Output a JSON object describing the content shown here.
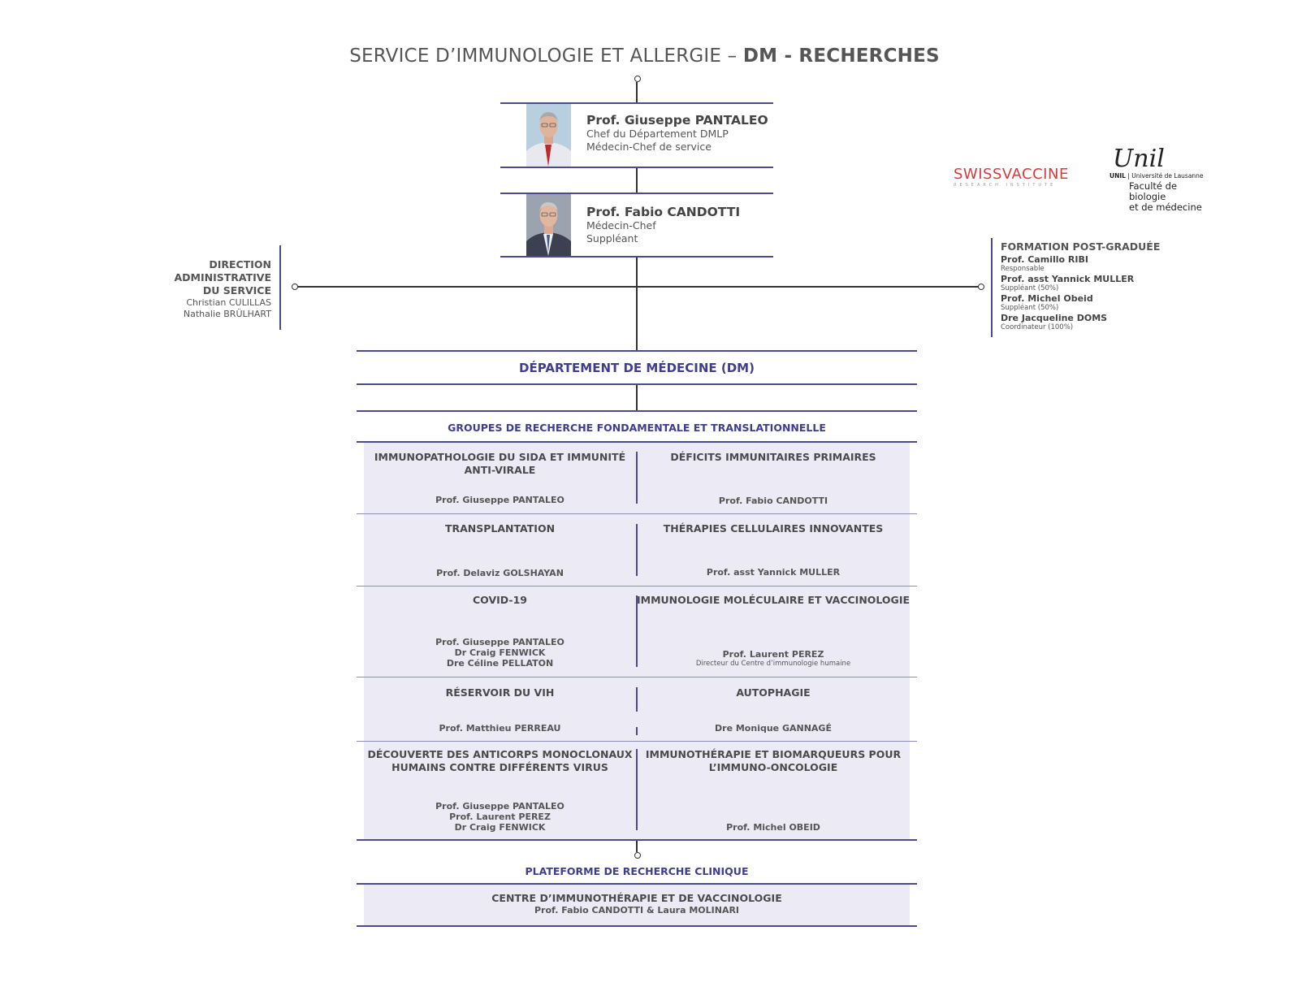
{
  "title": {
    "prefix": "SERVICE D’IMMUNOLOGIE ET ALLERGIE – ",
    "bold": "DM - RECHERCHES"
  },
  "chief": {
    "name": "Prof. Giuseppe PANTALEO",
    "roles": [
      "Chef du Département DMLP",
      "Médecin-Chef de service"
    ]
  },
  "deputy": {
    "name": "Prof. Fabio CANDOTTI",
    "roles": [
      "Médecin-Chef",
      "Suppléant"
    ]
  },
  "logos": {
    "swiss": "SWISSVACCINE",
    "swiss_sub": "RESEARCH INSTITUTE",
    "unil_script": "Unil",
    "unil_small_bold": "UNIL",
    "unil_small": "Université de Lausanne",
    "unil_faculty": [
      "Faculté de biologie",
      "et de médecine"
    ]
  },
  "direction": {
    "heading": [
      "DIRECTION",
      "ADMINISTRATIVE",
      "DU SERVICE"
    ],
    "names": [
      "Christian CULILLAS",
      "Nathalie BRÜLHART"
    ]
  },
  "formation": {
    "heading": "FORMATION POST-GRADUÉE",
    "members": [
      {
        "name": "Prof. Camillo RIBI",
        "role": "Responsable"
      },
      {
        "name": "Prof. asst Yannick MULLER",
        "role": "Suppléant (50%)"
      },
      {
        "name": "Prof. Michel Obeid",
        "role": "Suppléant (50%)"
      },
      {
        "name": "Dre Jacqueline DOMS",
        "role": "Coordinateur (100%)"
      }
    ]
  },
  "department": "DÉPARTEMENT DE MÉDECINE (DM)",
  "groups_heading": "GROUPES DE RECHERCHE FONDAMENTALE ET TRANSLATIONNELLE",
  "groups": [
    {
      "title": [
        "IMMUNOPATHOLOGIE DU SIDA ET IMMUNITÉ",
        "ANTI-VIRALE"
      ],
      "people": [
        "Prof. Giuseppe PANTALEO"
      ]
    },
    {
      "title": [
        "DÉFICITS IMMUNITAIRES PRIMAIRES"
      ],
      "people": [
        "Prof. Fabio CANDOTTI"
      ]
    },
    {
      "title": [
        "TRANSPLANTATION"
      ],
      "people": [
        "Prof. Delaviz GOLSHAYAN"
      ]
    },
    {
      "title": [
        "THÉRAPIES CELLULAIRES INNOVANTES"
      ],
      "people": [
        "Prof. asst Yannick MULLER"
      ]
    },
    {
      "title": [
        "COVID-19"
      ],
      "people": [
        "Prof. Giuseppe PANTALEO",
        "Dr Craig FENWICK",
        "Dre Céline PELLATON"
      ]
    },
    {
      "title": [
        "IMMUNOLOGIE MOLÉCULAIRE ET VACCINOLOGIE"
      ],
      "people": [
        "Prof. Laurent PEREZ"
      ],
      "sub": "Directeur du Centre d’immunologie humaine"
    },
    {
      "title": [
        "RÉSERVOIR DU VIH"
      ],
      "people": [
        "Prof. Matthieu PERREAU"
      ]
    },
    {
      "title": [
        "AUTOPHAGIE"
      ],
      "people": [
        "Dre Monique GANNAGÉ"
      ]
    },
    {
      "title": [
        "DÉCOUVERTE DES ANTICORPS MONOCLONAUX",
        "HUMAINS CONTRE DIFFÉRENTS VIRUS"
      ],
      "people": [
        "Prof. Giuseppe PANTALEO",
        "Prof. Laurent PEREZ",
        "Dr Craig FENWICK"
      ]
    },
    {
      "title": [
        "IMMUNOTHÉRAPIE ET BIOMARQUEURS POUR",
        "L’IMMUNO-ONCOLOGIE"
      ],
      "people": [
        "Prof. Michel OBEID"
      ]
    }
  ],
  "platform_heading": "PLATEFORME DE RECHERCHE CLINIQUE",
  "platform": {
    "title": "CENTRE D’IMMUNOTHÉRAPIE ET DE VACCINOLOGIE",
    "people": "Prof. Fabio CANDOTTI & Laura MOLINARI"
  },
  "colors": {
    "accent": "#3f3d8d",
    "line": "#4b4a8c",
    "cell_bg": "#ecebf5"
  }
}
